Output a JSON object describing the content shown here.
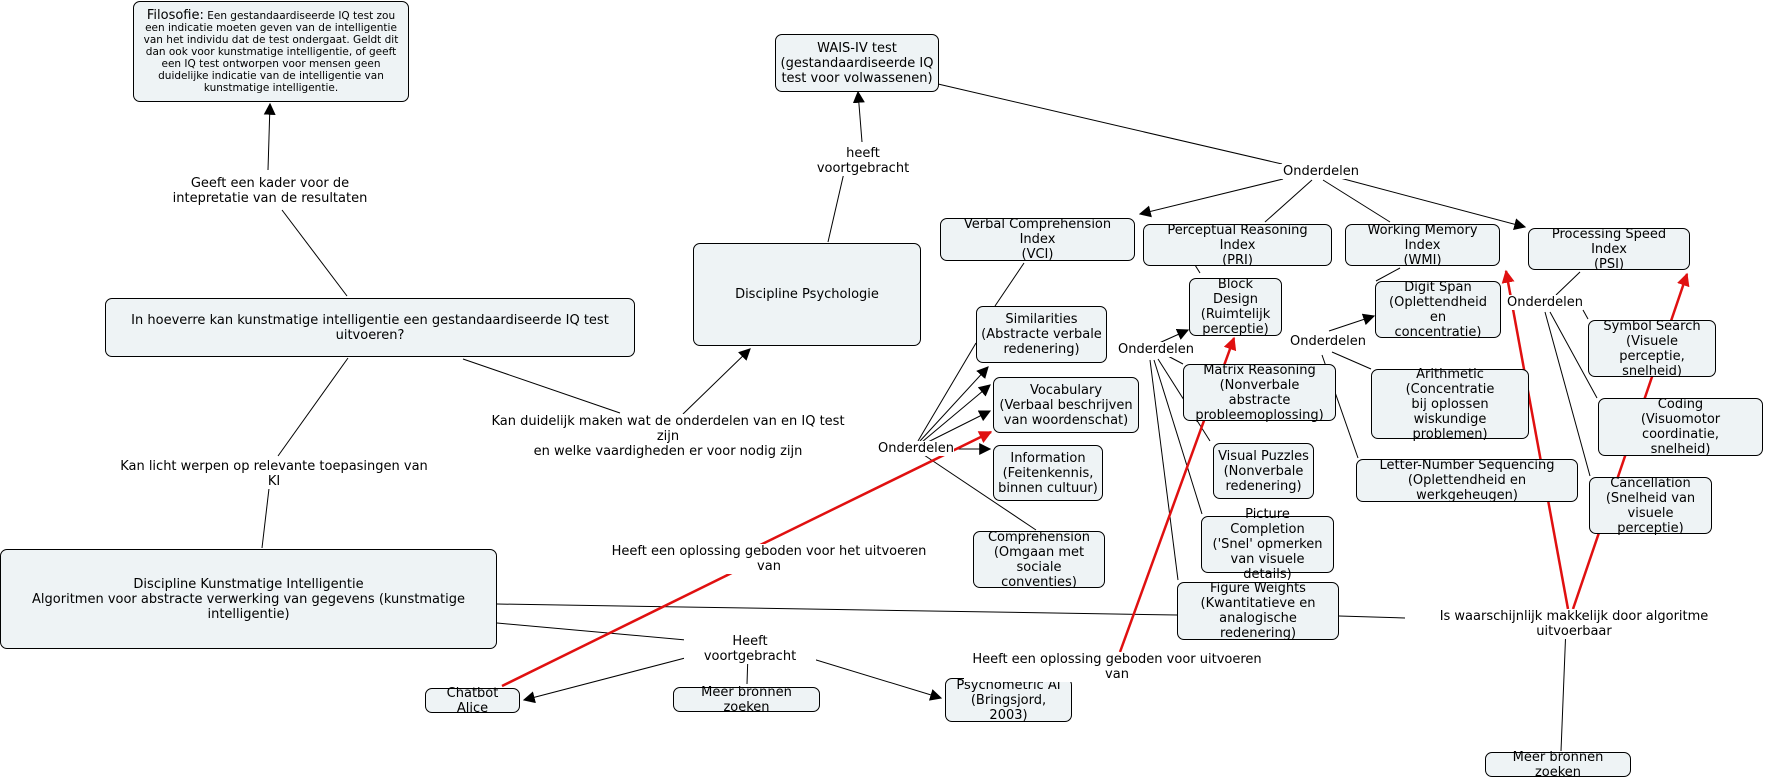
{
  "nodes": {
    "filosofie_title": "Filosofie:",
    "filosofie_text": "Een gestandaardiseerde IQ test zou een indicatie moeten geven van de intelligentie van het individu dat de test ondergaat. Geldt dit dan ook voor kunstmatige intelligentie, of geeft een IQ test ontworpen voor mensen geen duidelijke indicatie van de intelligentie van kunstmatige intelligentie.",
    "wais": "WAIS-IV test\n(gestandaardiseerde IQ\ntest voor volwassenen)",
    "psychologie": "Discipline Psychologie",
    "question": "In hoeverre kan kunstmatige intelligentie een gestandaardiseerde IQ test uitvoeren?",
    "ki": "Discipline Kunstmatige Intelligentie\nAlgoritmen voor abstracte verwerking van gegevens (kunstmatige intelligentie)",
    "vci": "Verbal Comprehension Index\n(VCI)",
    "pri": "Perceptual Reasoning Index\n(PRI)",
    "wmi": "Working Memory Index\n(WMI)",
    "psi": "Processing Speed Index\n(PSI)",
    "similarities": "Similarities\n(Abstracte verbale\nredenering)",
    "vocabulary": "Vocabulary\n(Verbaal beschrijven\nvan woordenschat)",
    "information": "Information\n(Feitenkennis,\nbinnen cultuur)",
    "comprehension": "Comprehension\n(Omgaan met\nsociale conventies)",
    "block_design": "Block Design\n(Ruimtelijk\nperceptie)",
    "matrix": "Matrix Reasoning\n(Nonverbale abstracte\nprobleemoplossing)",
    "visual_puzzles": "Visual Puzzles\n(Nonverbale\nredenering)",
    "picture_completion": "Picture Completion\n('Snel' opmerken\nvan visuele details)",
    "figure_weights": "Figure Weights\n(Kwantitatieve en\nanalogische redenering)",
    "digit_span": "Digit Span\n(Oplettendheid en\nconcentratie)",
    "arithmetic": "Arithmetic\n(Concentratie\nbij oplossen\nwiskundige problemen)",
    "letter_number": "Letter-Number Sequencing\n(Oplettendheid en werkgeheugen)",
    "symbol_search": "Symbol Search\n(Visuele perceptie,\nsnelheid)",
    "coding": "Coding\n(Visuomotor coordinatie,\nsnelheid)",
    "cancellation": "Cancellation\n(Snelheid van\nvisuele perceptie)",
    "chatbot": "Chatbot Alice",
    "meer_bronnen_1": "Meer bronnen zoeken",
    "psychometric": "Psychometric AI\n(Bringsjord, 2003)",
    "meer_bronnen_2": "Meer bronnen zoeken"
  },
  "labels": {
    "kader": "Geeft een kader voor de\nintepretatie van de resultaten",
    "voortgebracht_lower": "heeft voortgebracht",
    "onderdelen_wais": "Onderdelen",
    "duidelijk": "Kan duidelijk maken wat de onderdelen van en IQ test zijn\nen welke vaardigheden er voor nodig zijn",
    "licht": "Kan licht werpen op relevante toepasingen van KI",
    "onderdelen_vci": "Onderdelen",
    "onderdelen_pri": "Onderdelen",
    "onderdelen_wmi": "Onderdelen",
    "onderdelen_psi": "Onderdelen",
    "oplossing_1": "Heeft een oplossing geboden voor het uitvoeren van",
    "voortgebracht_upper": "Heeft voortgebracht",
    "oplossing_2": "Heeft een oplossing geboden voor uitvoeren van",
    "algoritme": "Is waarschijnlijk makkelijk door algoritme uitvoerbaar"
  },
  "colors": {
    "node_fill": "#eef3f5",
    "highlight_line": "#e01010",
    "line": "#000000"
  }
}
